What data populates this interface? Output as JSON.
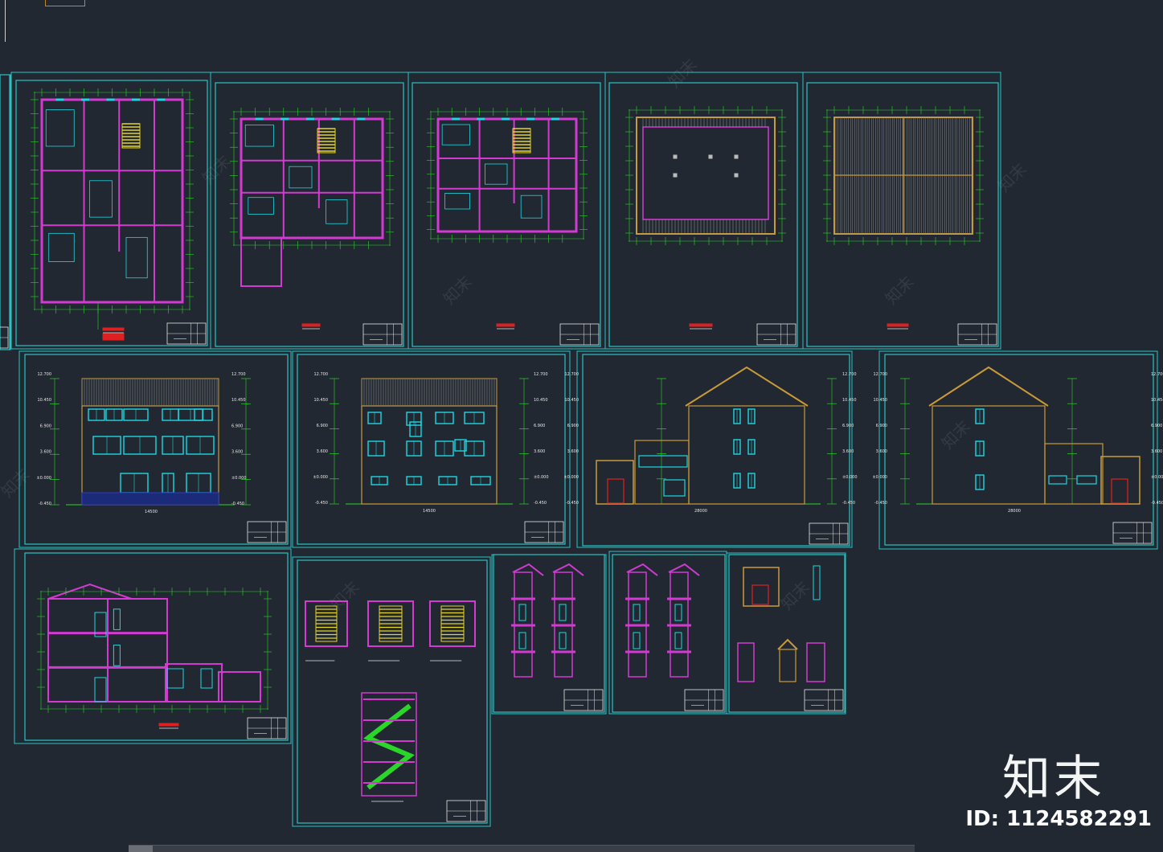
{
  "watermark": {
    "brand": "知末",
    "id_label": "ID: 1124582291"
  },
  "colors": {
    "background": "#222831",
    "frame": "#26c4c4",
    "dim": "#2bd62b",
    "wall": "#d23ad2",
    "window": "#20d6e0",
    "roof": "#c89a3a",
    "stair": "#e6d426",
    "text": "#e6e6e6",
    "red": "#e02020"
  },
  "elevation_levels": {
    "top": "12.700",
    "roof": "10.450",
    "third": "6.900",
    "second": "3.600",
    "ground": "±0.000",
    "base": "-0.450"
  },
  "elevation_widths": {
    "front": "14500",
    "side": "28000"
  }
}
